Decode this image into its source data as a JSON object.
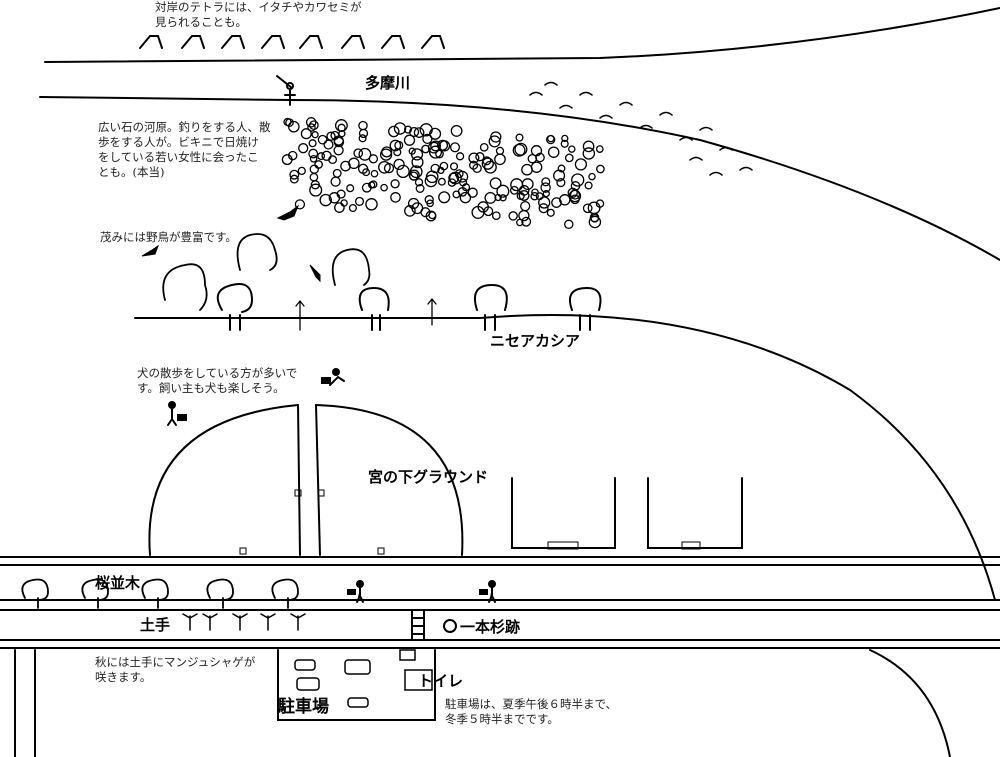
{
  "notes": {
    "tetra": [
      "対岸のテトラには、イタチやカワセミが",
      "見られることも。"
    ],
    "riverbed": [
      "広い石の河原。釣りをする人、散",
      "歩をする人が。ビキニで日焼け",
      "をしている若い女性に会ったこ",
      "とも。(本当)"
    ],
    "birds": [
      "茂みには野鳥が豊富です。"
    ],
    "dogs": [
      "犬の散歩をしている方が多いで",
      "す。飼い主も犬も楽しそう。"
    ],
    "flowers": [
      "秋には土手にマンジュシャゲが",
      "咲きます。"
    ],
    "parking_hours": [
      "駐車場は、夏季午後６時半まで、",
      "冬季５時半までです。"
    ]
  },
  "labels": {
    "river": "多摩川",
    "acacia": "ニセアカシア",
    "ground": "宮の下グラウンド",
    "cherry_trees": "桜並木",
    "embankment": "土手",
    "cedar_site": "一本杉跡",
    "toilet": "トイレ",
    "parking": "駐車場"
  }
}
